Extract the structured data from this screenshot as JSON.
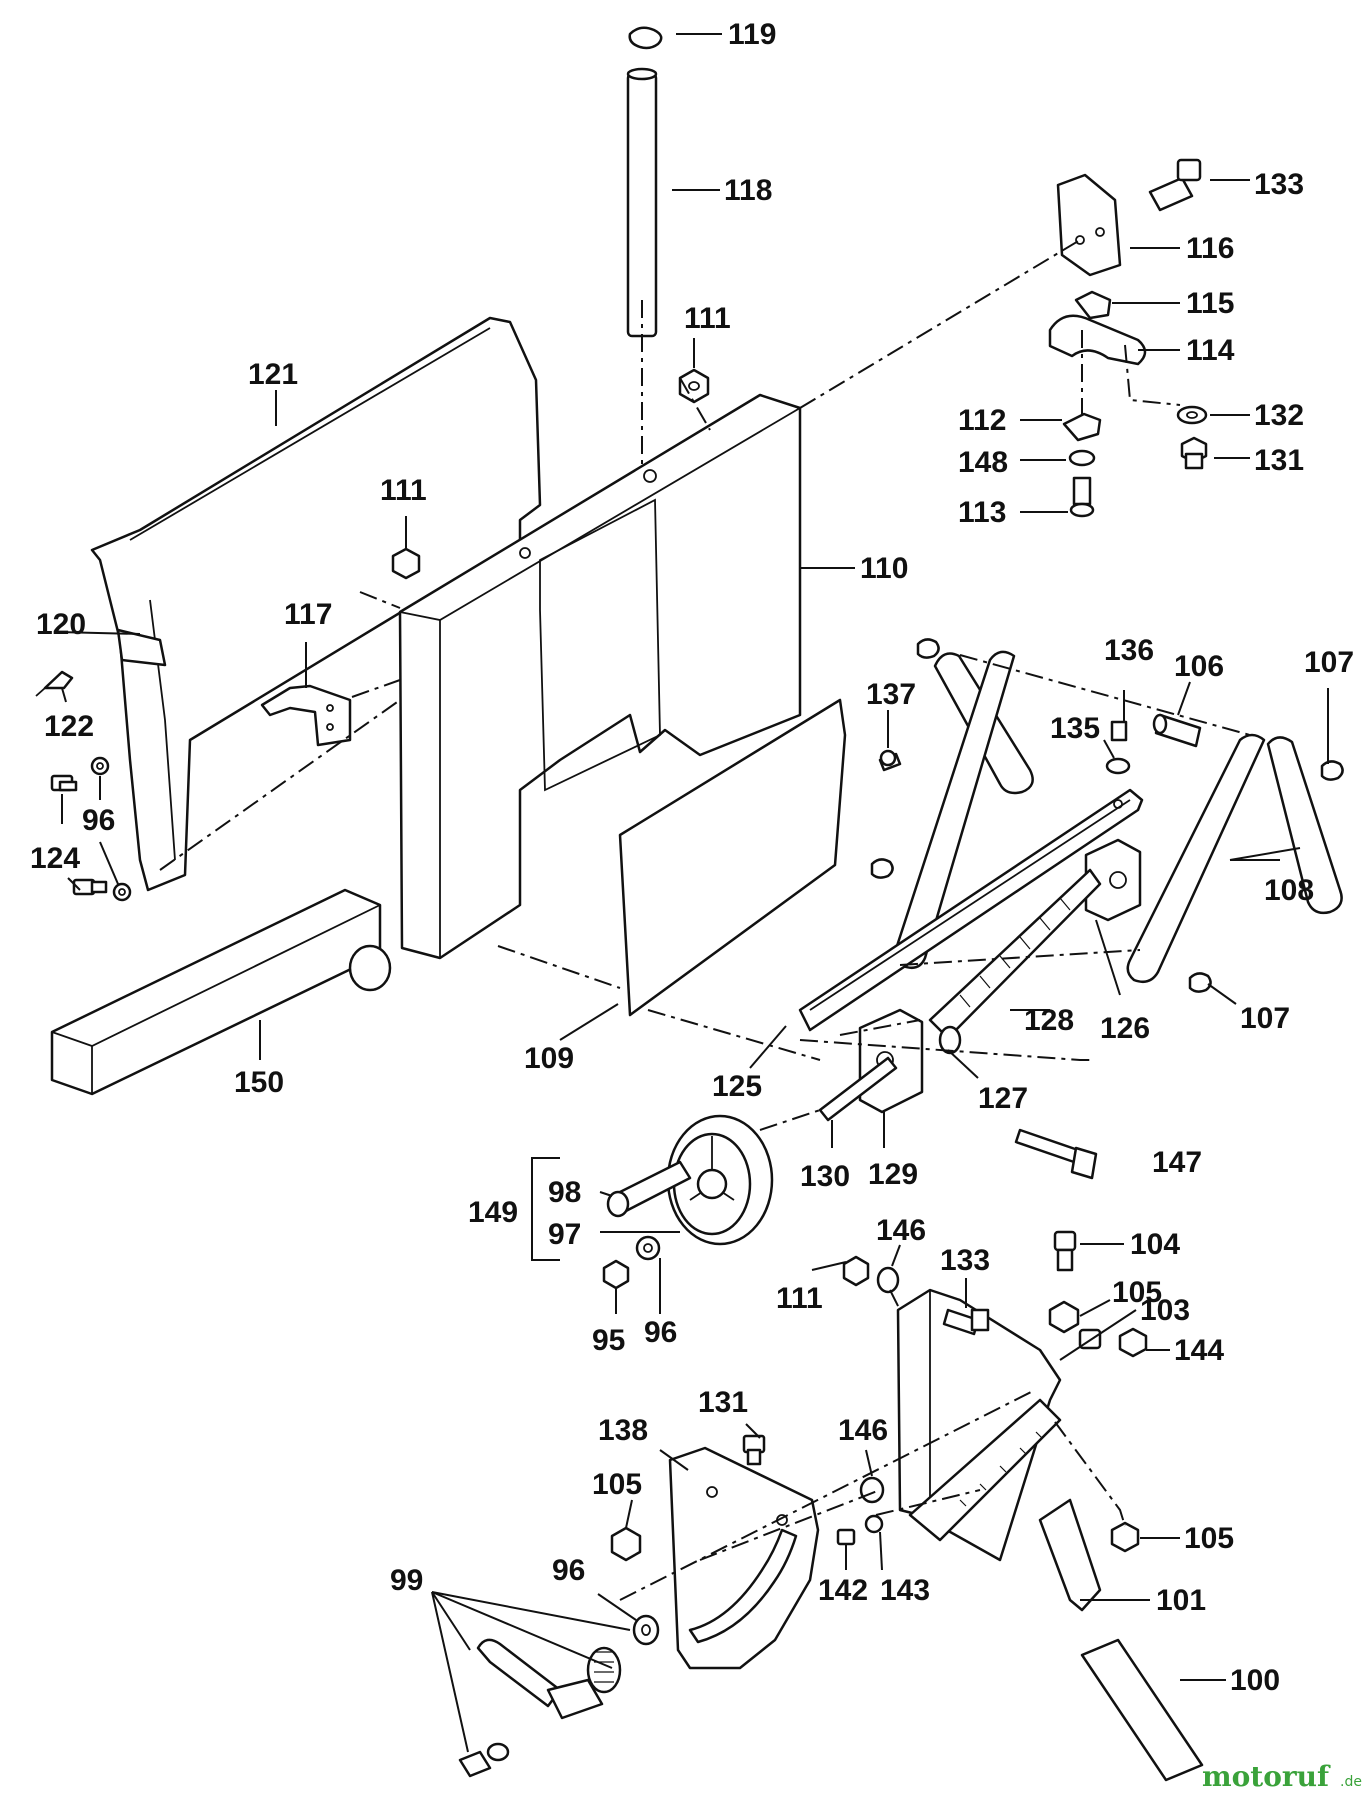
{
  "diagram": {
    "labels": {
      "p119": "119",
      "p118": "118",
      "p133a": "133",
      "p116": "116",
      "p115": "115",
      "p114": "114",
      "p132": "132",
      "p131a": "131",
      "p112": "112",
      "p148": "148",
      "p113": "113",
      "p111a": "111",
      "p121": "121",
      "p111b": "111",
      "p117": "117",
      "p110": "110",
      "p120": "120",
      "p122": "122",
      "p96a": "96",
      "p124": "124",
      "p150": "150",
      "p109": "109",
      "p136": "136",
      "p106": "106",
      "p107a": "107",
      "p137": "137",
      "p135": "135",
      "p108": "108",
      "p107b": "107",
      "p128": "128",
      "p126": "126",
      "p125": "125",
      "p127": "127",
      "p147": "147",
      "p130": "130",
      "p129": "129",
      "p149": "149",
      "p98": "98",
      "p97": "97",
      "p95": "95",
      "p96b": "96",
      "p146a": "146",
      "p111c": "111",
      "p133b": "133",
      "p104": "104",
      "p105a": "105",
      "p103": "103",
      "p144": "144",
      "p131b": "131",
      "p138": "138",
      "p146b": "146",
      "p105b": "105",
      "p96c": "96",
      "p99": "99",
      "p142": "142",
      "p143": "143",
      "p105c": "105",
      "p101": "101",
      "p100": "100"
    },
    "watermark": {
      "name": "motoruf",
      "tld": ".de",
      "color": "#3aa23a"
    }
  }
}
